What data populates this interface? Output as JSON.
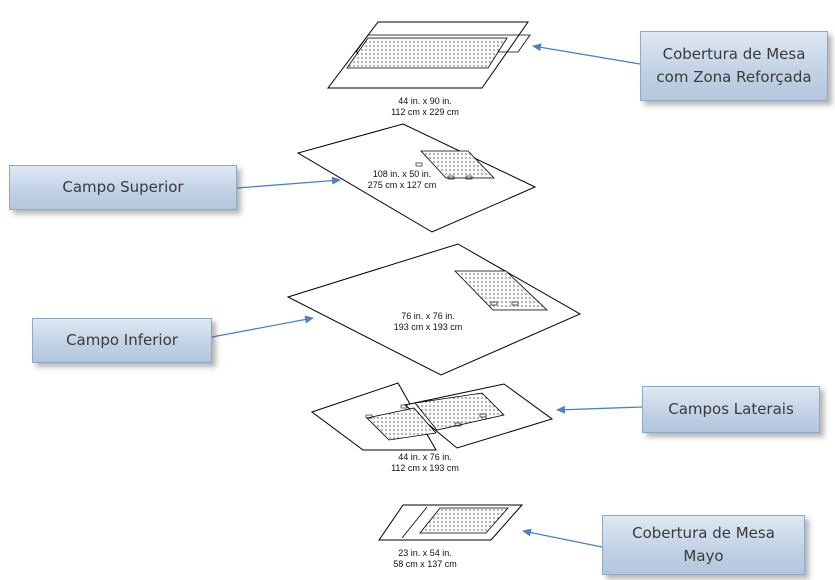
{
  "callouts": {
    "table_cover": {
      "line1": "Cobertura de Mesa",
      "line2": "com Zona Reforçada"
    },
    "upper_drape": {
      "label": "Campo Superior"
    },
    "lower_drape": {
      "label": "Campo Inferior"
    },
    "side_drapes": {
      "label": "Campos Laterais"
    },
    "mayo_cover": {
      "line1": "Cobertura de Mesa",
      "line2": "Mayo"
    }
  },
  "dimensions": {
    "table_cover": {
      "imperial": "44 in. x 90 in.",
      "metric": "112 cm x 229 cm"
    },
    "upper_drape": {
      "imperial": "108 in. x 50 in.",
      "metric": "275 cm x 127 cm"
    },
    "lower_drape": {
      "imperial": "76 in. x 76 in.",
      "metric": "193 cm x 193 cm"
    },
    "side_drapes": {
      "imperial": "44 in. x 76 in.",
      "metric": "112 cm x 193 cm"
    },
    "mayo_cover": {
      "imperial": "23 in. x 54 in.",
      "metric": "58 cm x 137 cm"
    }
  },
  "colors": {
    "arrow": "#4f81bd",
    "callout_border": "#8fa8c4",
    "line": "#000000"
  }
}
